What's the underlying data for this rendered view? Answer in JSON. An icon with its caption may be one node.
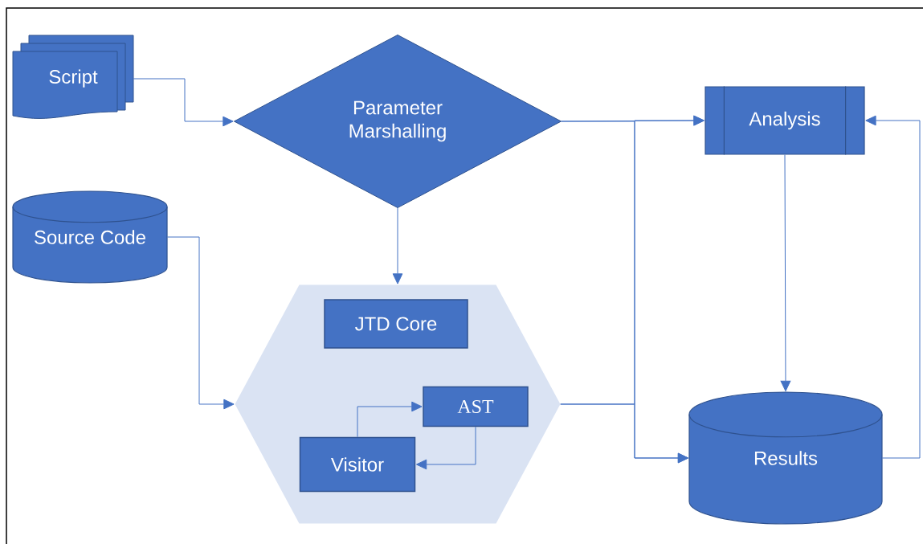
{
  "diagram": {
    "nodes": [
      {
        "text": [
          "Script"
        ]
      },
      {
        "text": [
          "Parameter Marshalling"
        ]
      },
      {
        "text": [
          "Analysis"
        ]
      },
      {
        "text": [
          "Source Code"
        ]
      },
      {
        "text": [],
        "shape": "hexagon"
      },
      {
        "text": [
          "JTD Core"
        ],
        "in": 4
      },
      {
        "text": [
          "AST"
        ],
        "in": 4
      },
      {
        "text": [
          "Visitor"
        ],
        "in": 4
      },
      {
        "text": [
          "Results"
        ]
      }
    ],
    "edges": [
      {
        "from": 0,
        "to": 1,
        "arrow": "to"
      },
      {
        "from": 1,
        "to": 4,
        "arrow": "to"
      },
      {
        "from": 1,
        "to": 2,
        "arrow": "to"
      },
      {
        "from": 1,
        "to": 8,
        "arrow": "to"
      },
      {
        "from": 4,
        "to": 2,
        "arrow": "to"
      },
      {
        "from": 4,
        "to": 8,
        "arrow": "to"
      },
      {
        "from": 3,
        "to": 4,
        "arrow": "to"
      },
      {
        "from": 7,
        "to": 6,
        "arrow": "to"
      },
      {
        "from": 6,
        "to": 7,
        "arrow": "to"
      },
      {
        "from": 2,
        "to": 8,
        "arrow": "to"
      },
      {
        "from": 8,
        "to": 2,
        "arrow": "to"
      }
    ]
  }
}
